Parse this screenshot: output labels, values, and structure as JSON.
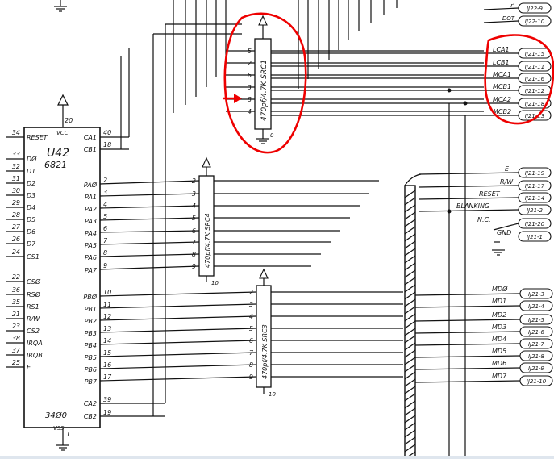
{
  "ic": {
    "name": "U42",
    "part": "6821",
    "bottom_label": "34Ø0",
    "vcc_label": "VCC",
    "vcc_pin": "20",
    "vss_label": "VSS",
    "vss_pin": "1",
    "left_pins": [
      {
        "num": "34",
        "name": "RESET"
      },
      {
        "num": "33",
        "name": "DØ"
      },
      {
        "num": "32",
        "name": "D1"
      },
      {
        "num": "31",
        "name": "D2"
      },
      {
        "num": "30",
        "name": "D3"
      },
      {
        "num": "29",
        "name": "D4"
      },
      {
        "num": "28",
        "name": "D5"
      },
      {
        "num": "27",
        "name": "D6"
      },
      {
        "num": "26",
        "name": "D7"
      },
      {
        "num": "24",
        "name": "CS1"
      },
      {
        "num": "22",
        "name": "CSØ"
      },
      {
        "num": "36",
        "name": "RSØ"
      },
      {
        "num": "35",
        "name": "RS1"
      },
      {
        "num": "21",
        "name": "R/W"
      },
      {
        "num": "23",
        "name": "CS2"
      },
      {
        "num": "38",
        "name": "IRQA"
      },
      {
        "num": "37",
        "name": "IRQB"
      },
      {
        "num": "25",
        "name": "E"
      }
    ],
    "right_top": [
      {
        "num": "40",
        "name": "CA1"
      },
      {
        "num": "18",
        "name": "CB1"
      }
    ],
    "pa_pins": [
      {
        "num": "2",
        "name": "PAØ"
      },
      {
        "num": "3",
        "name": "PA1"
      },
      {
        "num": "4",
        "name": "PA2"
      },
      {
        "num": "5",
        "name": "PA3"
      },
      {
        "num": "6",
        "name": "PA4"
      },
      {
        "num": "7",
        "name": "PA5"
      },
      {
        "num": "8",
        "name": "PA6"
      },
      {
        "num": "9",
        "name": "PA7"
      }
    ],
    "pb_pins": [
      {
        "num": "10",
        "name": "PBØ"
      },
      {
        "num": "11",
        "name": "PB1"
      },
      {
        "num": "12",
        "name": "PB2"
      },
      {
        "num": "13",
        "name": "PB3"
      },
      {
        "num": "14",
        "name": "PB4"
      },
      {
        "num": "15",
        "name": "PB5"
      },
      {
        "num": "16",
        "name": "PB6"
      },
      {
        "num": "17",
        "name": "PB7"
      }
    ],
    "right_bottom": [
      {
        "num": "39",
        "name": "CA2"
      },
      {
        "num": "19",
        "name": "CB2"
      }
    ]
  },
  "resistor_packs": [
    {
      "label": "470pf/4.7K SRC1",
      "pins": [
        "5",
        "2",
        "6",
        "3",
        "8",
        "4"
      ],
      "gnd_pin": "0"
    },
    {
      "label": "470pf/4.7K SRC4",
      "pins": [
        "2",
        "3",
        "4",
        "5",
        "6",
        "7",
        "8",
        "9"
      ],
      "gnd_pin": "10"
    },
    {
      "label": "470pf/4.7K SRC3",
      "pins": [
        "2",
        "3",
        "4",
        "5",
        "6",
        "7",
        "8",
        "9"
      ],
      "gnd_pin": "10"
    }
  ],
  "top_connectors": [
    {
      "signal": "r'",
      "conn": "IJ22-9"
    },
    {
      "signal": "DOT",
      "conn": "IJ22-10"
    }
  ],
  "lc_connectors": [
    {
      "signal": "LCA1",
      "conn": "IJ21-15"
    },
    {
      "signal": "LCB1",
      "conn": "IJ21-11"
    },
    {
      "signal": "MCA1",
      "conn": "IJ21-16"
    },
    {
      "signal": "MCB1",
      "conn": "IJ21-12"
    },
    {
      "signal": "MCA2",
      "conn": "IJ21-18"
    },
    {
      "signal": "MCB2",
      "conn": "IJ21-13"
    }
  ],
  "ctrl_connectors": [
    {
      "signal": "E",
      "conn": "IJ21-19"
    },
    {
      "signal": "R/W",
      "conn": "IJ21-17"
    },
    {
      "signal": "RESET",
      "conn": "IJ21-14"
    },
    {
      "signal": "BLANKING",
      "conn": "IJ21-2"
    },
    {
      "signal": "N.C.",
      "conn": "IJ21-20"
    },
    {
      "signal": "GND",
      "conn": "IJ21-1"
    }
  ],
  "md_connectors": [
    {
      "signal": "MDØ",
      "conn": "IJ21-3"
    },
    {
      "signal": "MD1",
      "conn": "IJ21-4"
    },
    {
      "signal": "MD2",
      "conn": "IJ21-5"
    },
    {
      "signal": "MD3",
      "conn": "IJ21-6"
    },
    {
      "signal": "MD4",
      "conn": "IJ21-7"
    },
    {
      "signal": "MD5",
      "conn": "IJ21-8"
    },
    {
      "signal": "MD6",
      "conn": "IJ21-9"
    },
    {
      "signal": "MD7",
      "conn": "IJ21-10"
    }
  ],
  "colors": {
    "ink": "#111111",
    "annotation": "#e00000"
  }
}
